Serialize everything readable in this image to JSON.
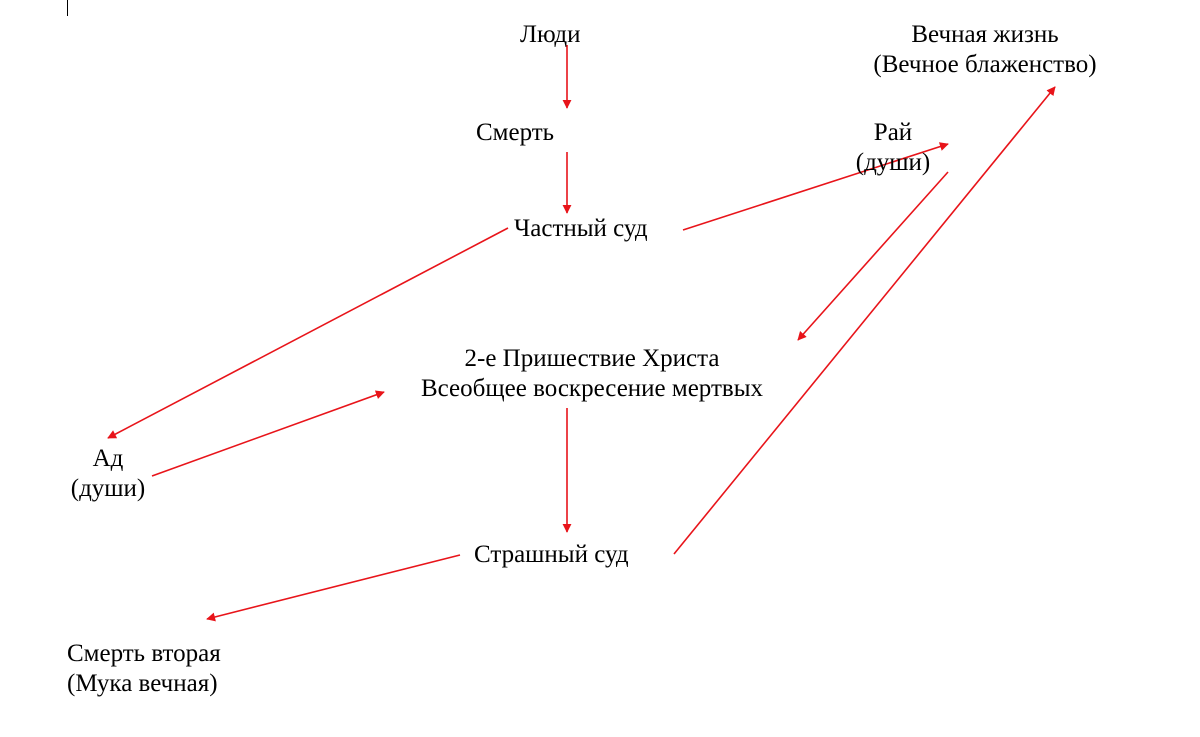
{
  "nodes": {
    "people": {
      "line1": "Люди"
    },
    "death": {
      "line1": "Смерть"
    },
    "private_judgment": {
      "line1": "Частный суд"
    },
    "paradise": {
      "line1": "Рай",
      "line2": "(души)"
    },
    "eternal_life": {
      "line1": "Вечная жизнь",
      "line2": "(Вечное блаженство)"
    },
    "second_coming": {
      "line1": "2-е Пришествие Христа",
      "line2": "Всеобщее воскресение мертвых"
    },
    "hell": {
      "line1": "Ад",
      "line2": "(души)"
    },
    "last_judgment": {
      "line1": "Страшный суд"
    },
    "second_death": {
      "line1": "Смерть вторая",
      "line2": "(Мука вечная)"
    }
  },
  "arrow_color": "#e8141a"
}
